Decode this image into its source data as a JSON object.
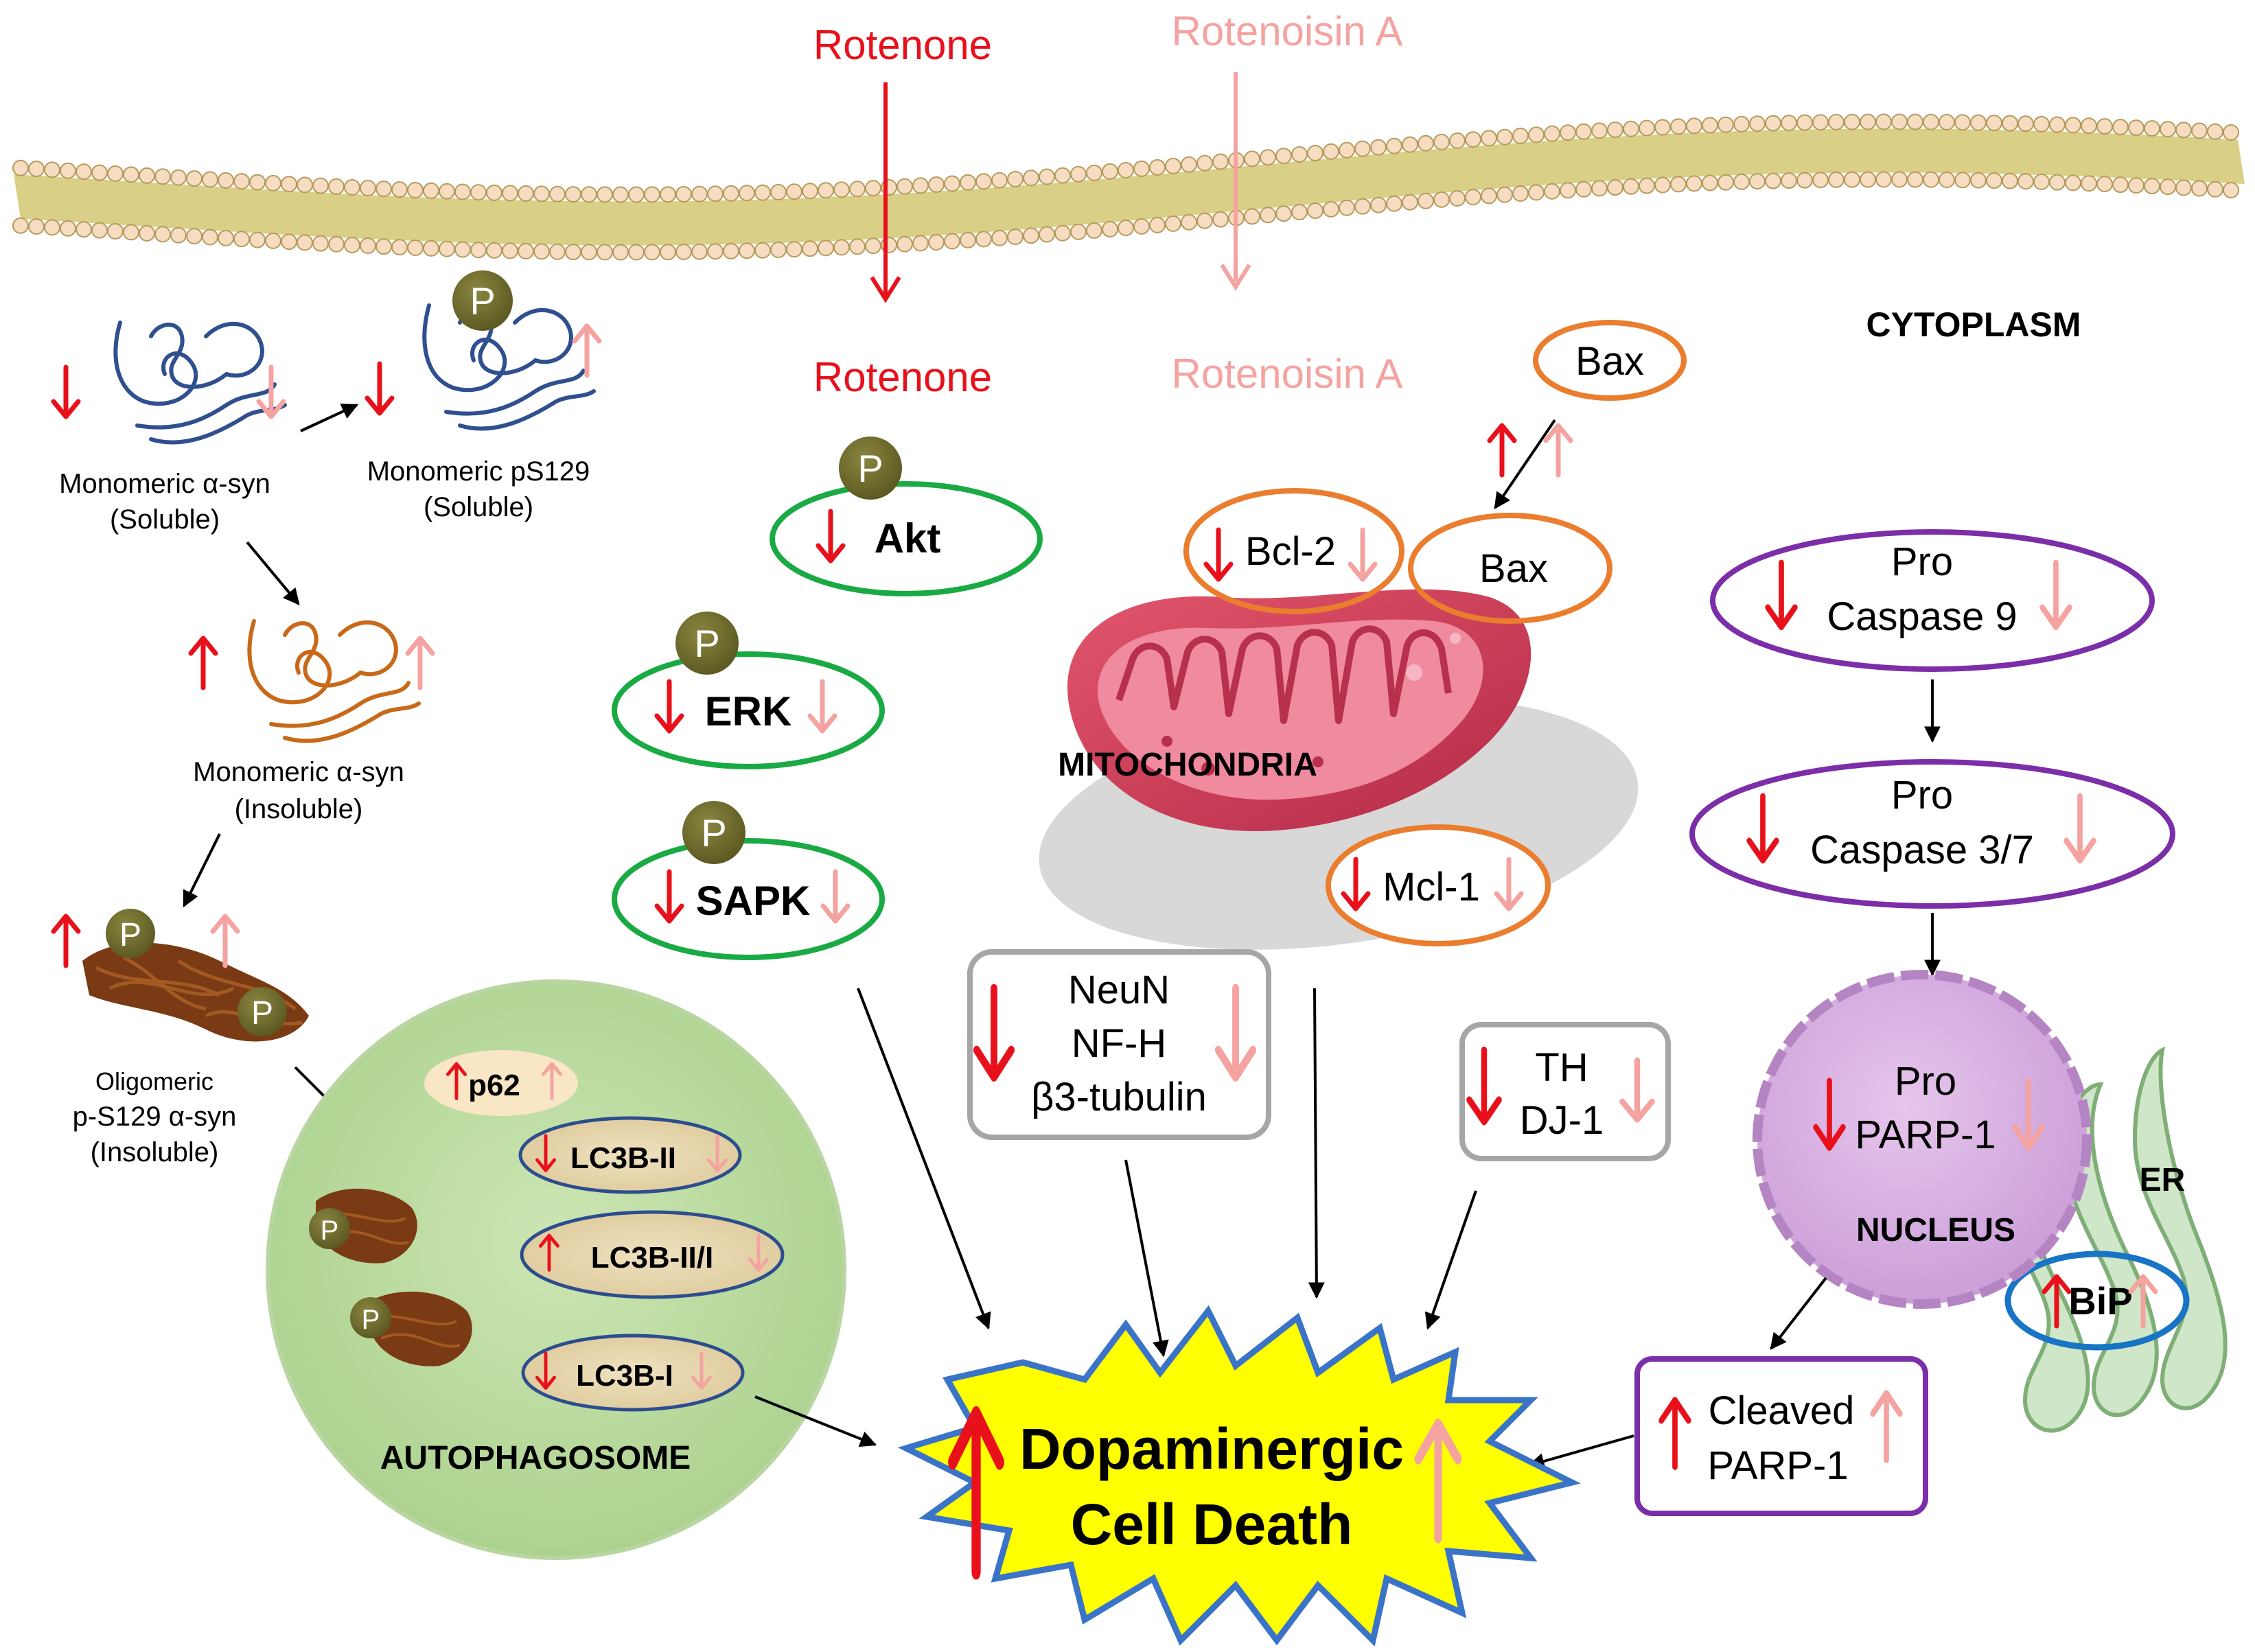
{
  "drugs": {
    "rotenone": "Rotenone",
    "rotenoisin": "Rotenoisin A"
  },
  "compartments": {
    "cytoplasm": "CYTOPLASM",
    "mitochondria": "MITOCHONDRIA",
    "nucleus": "NUCLEUS",
    "er": "ER",
    "autophagosome": "AUTOPHAGOSOME"
  },
  "synuclein": {
    "soluble_monomer_line1": "Monomeric α-syn",
    "soluble_monomer_line2": "(Soluble)",
    "soluble_ps129_line1": "Monomeric pS129",
    "soluble_ps129_line2": "(Soluble)",
    "insoluble_monomer_line1": "Monomeric α-syn",
    "insoluble_monomer_line2": "(Insoluble)",
    "oligomer_line1": "Oligomeric",
    "oligomer_line2": "p-S129 α-syn",
    "oligomer_line3": "(Insoluble)"
  },
  "phospho_label": "P",
  "kinases": {
    "akt": "Akt",
    "erk": "ERK",
    "sapk": "SAPK"
  },
  "apoptosis": {
    "bax": "Bax",
    "bcl2": "Bcl-2",
    "mcl1": "Mcl-1",
    "pro_line": "Pro",
    "caspase9": "Caspase 9",
    "caspase37": "Caspase 3/7",
    "parp1": "PARP-1",
    "cleaved": "Cleaved",
    "bip": "BiP"
  },
  "neuronal_markers": [
    "NeuN",
    "NF-H",
    "β3-tubulin"
  ],
  "da_markers": [
    "TH",
    "DJ-1"
  ],
  "autophagy": {
    "p62": "p62",
    "lc3b_ii": "LC3B-II",
    "lc3b_ratio": "LC3B-II/I",
    "lc3b_i": "LC3B-I"
  },
  "outcome": {
    "line1": "Dopaminergic",
    "line2": "Cell Death"
  },
  "colors": {
    "rotenone": "#e8111b",
    "rotenoisin": "#f4a3a0",
    "kinase_ring": "#1aaa44",
    "apoptosis_ring": "#ea7d2e",
    "caspase_ring": "#7b2ea8",
    "bip_ring": "#1874c4",
    "marker_box": "#a6a6a6",
    "phospho": "#6f6c2a",
    "starburst_fill": "#ffff00",
    "starburst_edge": "#3a74c8"
  }
}
